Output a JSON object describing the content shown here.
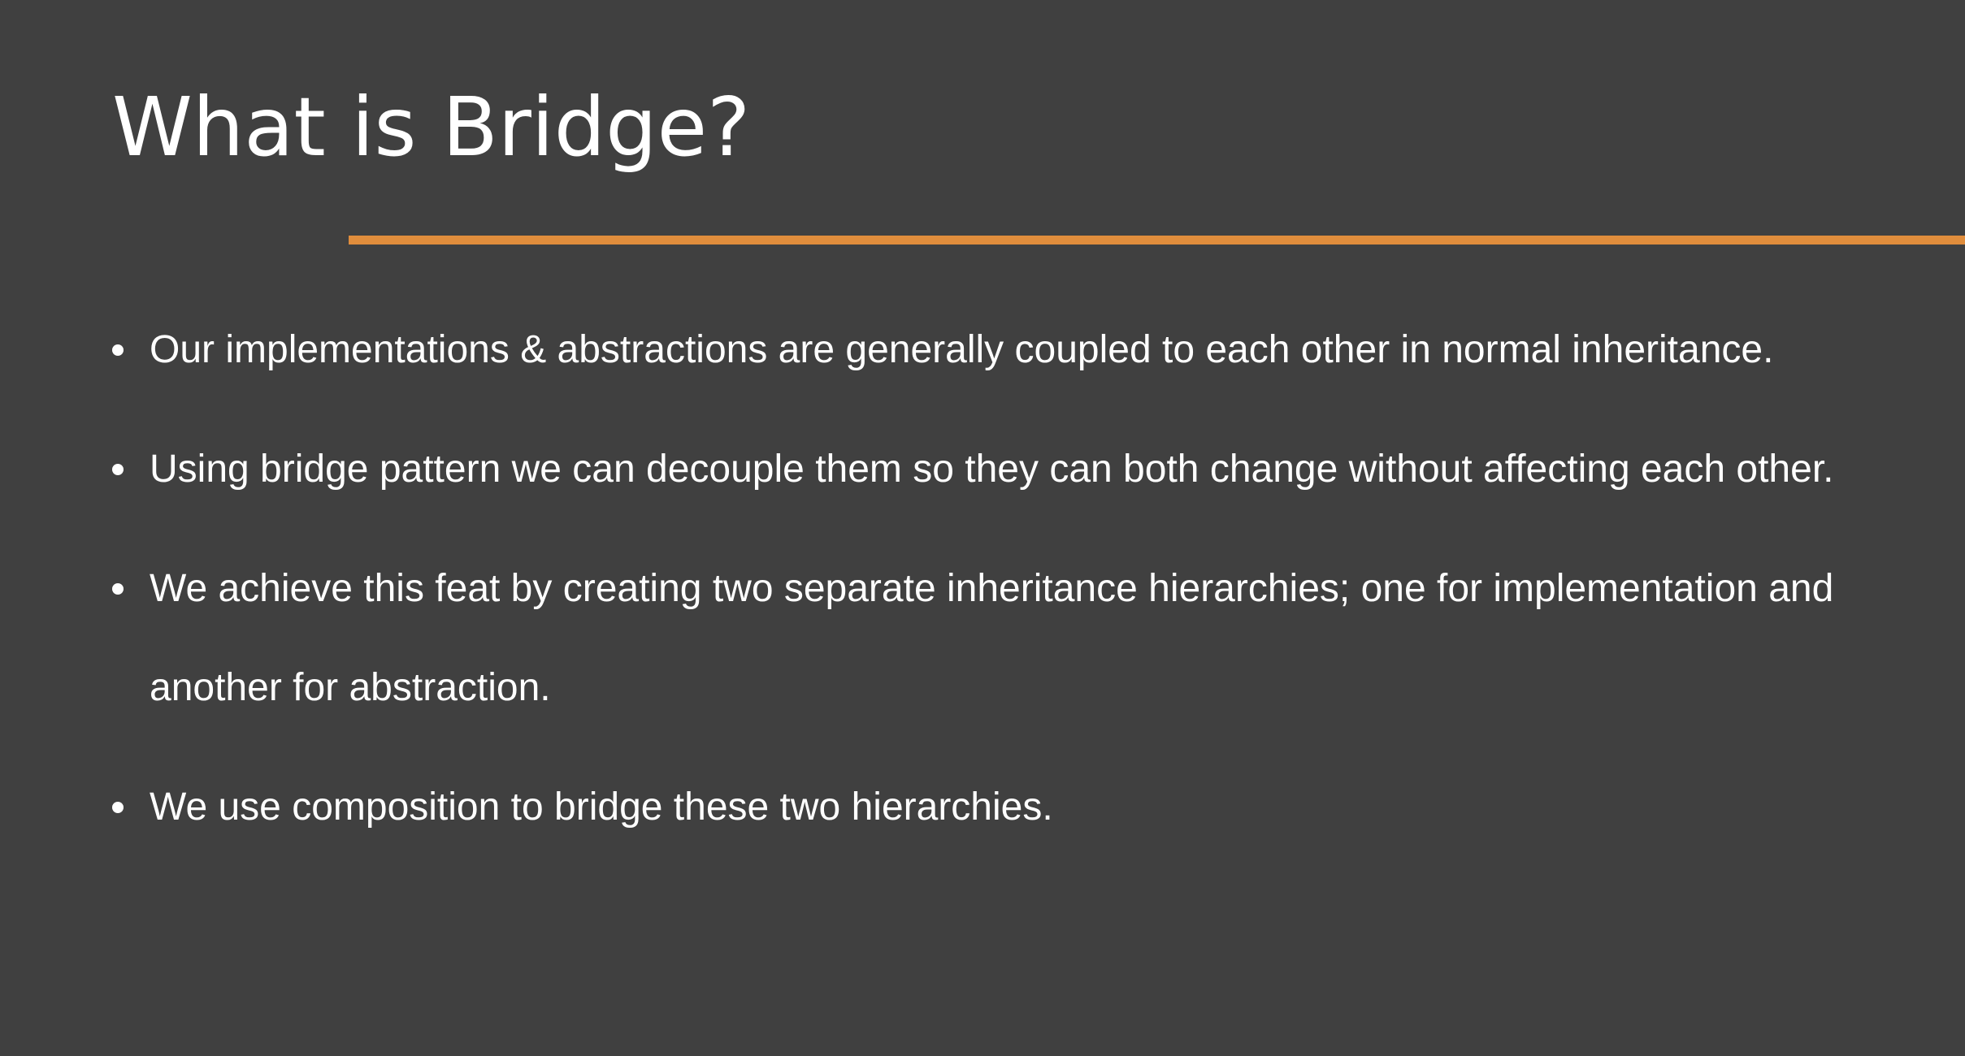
{
  "slide": {
    "title": "What is Bridge?",
    "accent_color": "#e08d3c",
    "background_color": "#404040",
    "bullets": [
      "Our implementations & abstractions are generally coupled to each other in normal inheritance.",
      "Using bridge pattern we can decouple them so they can both change without affecting each other.",
      "We achieve this feat by creating two separate inheritance hierarchies; one for implementation and another for abstraction.",
      "We use composition to bridge these two hierarchies."
    ]
  }
}
